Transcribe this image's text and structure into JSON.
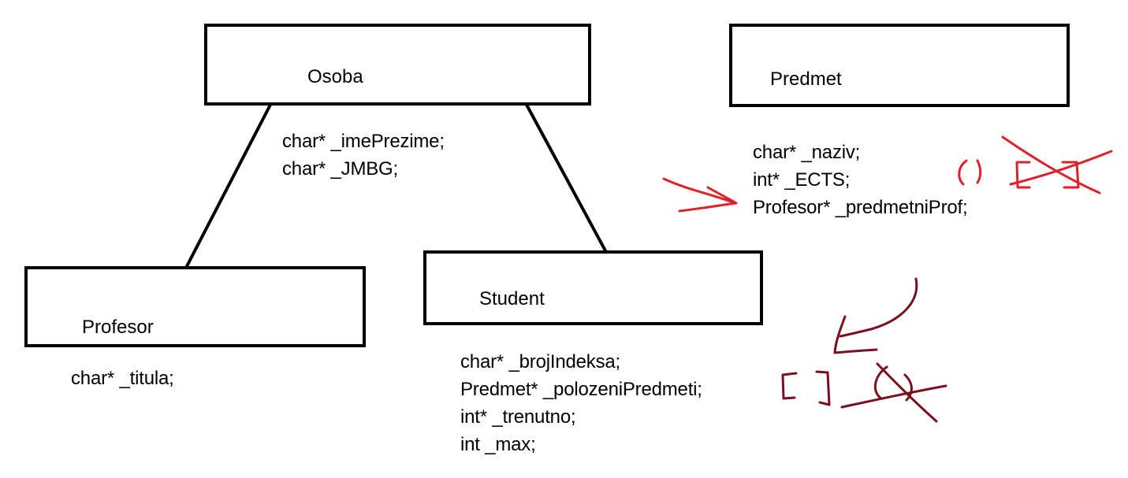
{
  "classes": {
    "osoba": {
      "name": "Osoba",
      "fields": [
        "char* _imePrezime;",
        "char* _JMBG;"
      ]
    },
    "predmet": {
      "name": "Predmet",
      "fields": [
        "char* _naziv;",
        "int* _ECTS;",
        "Profesor* _predmetniProf;"
      ]
    },
    "profesor": {
      "name": "Profesor",
      "fields": [
        "char* _titula;"
      ]
    },
    "student": {
      "name": "Student",
      "fields": [
        "char* _brojIndeksa;",
        "Predmet* _polozeniPredmeti;",
        "int* _trenutno;",
        "int _max;"
      ]
    }
  },
  "colors": {
    "line": "#000000",
    "annotation_red": "#e0202a",
    "annotation_dark_red": "#7a0f1f"
  }
}
